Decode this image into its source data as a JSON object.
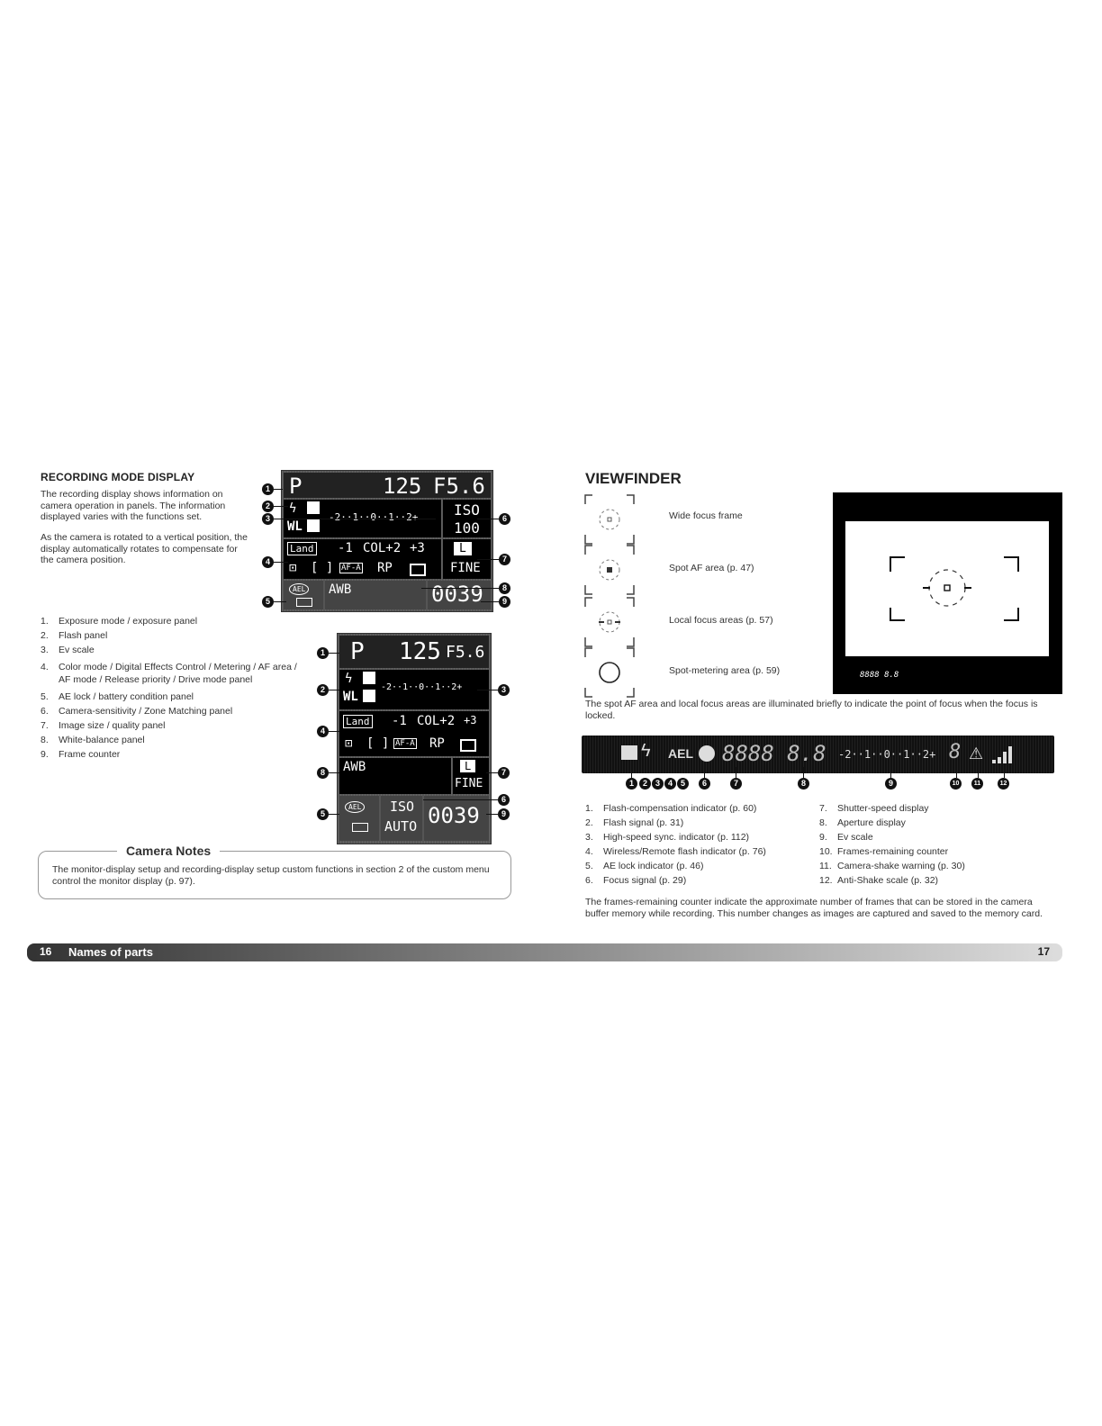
{
  "left": {
    "heading": "RECORDING MODE DISPLAY",
    "intro1": "The recording display shows information on camera operation in panels. The information displayed varies with the functions set.",
    "intro2": "As the camera is rotated to a vertical position, the display automatically rotates to compensate for the camera position.",
    "items": [
      {
        "n": "1.",
        "text": "Exposure mode / exposure panel"
      },
      {
        "n": "2.",
        "text": "Flash panel"
      },
      {
        "n": "3.",
        "text": "Ev scale"
      },
      {
        "n": "4.",
        "text": "Color mode / Digital Effects Control / Metering / AF area / AF mode / Release priority / Drive mode panel"
      },
      {
        "n": "5.",
        "text": "AE lock / battery condition panel"
      },
      {
        "n": "6.",
        "text": "Camera-sensitivity / Zone Matching panel"
      },
      {
        "n": "7.",
        "text": "Image size / quality panel"
      },
      {
        "n": "8.",
        "text": "White-balance panel"
      },
      {
        "n": "9.",
        "text": "Frame counter"
      }
    ],
    "notes": {
      "title": "Camera Notes",
      "body": "The monitor-display setup and recording-display setup custom functions in section 2 of the custom menu control the monitor display (p. 97)."
    },
    "lcd1": {
      "mode": "P",
      "shutter": "125",
      "aperture": "F5.6",
      "iso_label": "ISO",
      "iso_value": "100",
      "wl": "WL",
      "land": "Land",
      "contrast": "-1",
      "col": "COL+2",
      "sat": "+3",
      "afa": "AF-A",
      "rp": "RP",
      "size": "L",
      "quality": "FINE",
      "ael": "AEL",
      "awb": "AWB",
      "frames": "0039",
      "ev_scale": "-2··1··0··1··2+"
    },
    "lcd2": {
      "mode": "P",
      "shutter": "125",
      "aperture": "F5.6",
      "iso_label": "ISO",
      "iso_value": "AUTO",
      "wl": "WL",
      "land": "Land",
      "contrast": "-1",
      "col": "COL+2",
      "sat": "+3",
      "afa": "AF-A",
      "rp": "RP",
      "size": "L",
      "quality": "FINE",
      "ael": "AEL",
      "awb": "AWB",
      "frames": "0039",
      "ev_scale": "-2··1··0··1··2+"
    }
  },
  "right": {
    "heading": "VIEWFINDER",
    "focus_labels": [
      "Wide focus frame",
      "Spot AF area (p. 47)",
      "Local focus areas (p. 57)",
      "Spot-metering area (p. 59)"
    ],
    "caption": "The spot AF area and local focus areas are illuminated briefly to indicate the point of focus when the focus is locked.",
    "vf_strip": "8888 8.8",
    "vf_ael": "AEL",
    "vf_scale": "-2··1··0··1··2+",
    "items_left": [
      {
        "n": "1.",
        "text": "Flash-compensation indicator (p. 60)"
      },
      {
        "n": "2.",
        "text": "Flash signal (p. 31)"
      },
      {
        "n": "3.",
        "text": "High-speed sync. indicator (p. 112)"
      },
      {
        "n": "4.",
        "text": "Wireless/Remote flash indicator (p. 76)"
      },
      {
        "n": "5.",
        "text": "AE lock indicator (p. 46)"
      },
      {
        "n": "6.",
        "text": "Focus signal (p. 29)"
      }
    ],
    "items_right": [
      {
        "n": "7.",
        "text": "Shutter-speed display"
      },
      {
        "n": "8.",
        "text": "Aperture display"
      },
      {
        "n": "9.",
        "text": "Ev scale"
      },
      {
        "n": "10.",
        "text": "Frames-remaining counter"
      },
      {
        "n": "11.",
        "text": "Camera-shake warning (p. 30)"
      },
      {
        "n": "12.",
        "text": "Anti-Shake scale (p. 32)"
      }
    ],
    "footer_text": "The frames-remaining counter indicate the approximate number of frames that can be stored in the camera buffer memory while recording. This number changes as images are captured and saved to the memory card."
  },
  "footer": {
    "left_page": "16",
    "left_title": "Names of parts",
    "right_page": "17"
  }
}
